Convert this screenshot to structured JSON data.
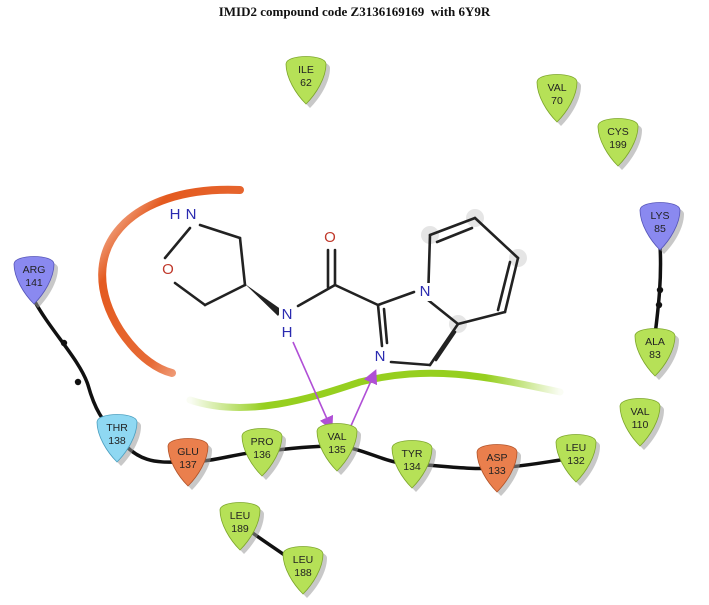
{
  "title": "IMID2 compound code Z3136169169  with 6Y9R",
  "colors": {
    "hydrophobic": "#b6e157",
    "hydrophobic_stroke": "#7da62c",
    "negative": "#ea7f4d",
    "negative_stroke": "#b2542a",
    "polar": "#8fd8f2",
    "polar_stroke": "#4b9fc0",
    "positive": "#8a89f0",
    "positive_stroke": "#5655b8",
    "hbond": "#b04fd6",
    "exposure_orange": "#e45a1f",
    "exposure_green": "#96cf1f",
    "nitrogen": "#2a2ab0",
    "oxygen": "#c0392b"
  },
  "residues": [
    {
      "id": "ile62",
      "name": "ILE",
      "num": "62",
      "type": "hydrophobic"
    },
    {
      "id": "val70",
      "name": "VAL",
      "num": "70",
      "type": "hydrophobic"
    },
    {
      "id": "cys199",
      "name": "CYS",
      "num": "199",
      "type": "hydrophobic"
    },
    {
      "id": "lys85",
      "name": "LYS",
      "num": "85",
      "type": "positive"
    },
    {
      "id": "ala83",
      "name": "ALA",
      "num": "83",
      "type": "hydrophobic"
    },
    {
      "id": "val110",
      "name": "VAL",
      "num": "110",
      "type": "hydrophobic"
    },
    {
      "id": "arg141",
      "name": "ARG",
      "num": "141",
      "type": "positive"
    },
    {
      "id": "thr138",
      "name": "THR",
      "num": "138",
      "type": "polar"
    },
    {
      "id": "glu137",
      "name": "GLU",
      "num": "137",
      "type": "negative"
    },
    {
      "id": "pro136",
      "name": "PRO",
      "num": "136",
      "type": "hydrophobic"
    },
    {
      "id": "val135",
      "name": "VAL",
      "num": "135",
      "type": "hydrophobic"
    },
    {
      "id": "tyr134",
      "name": "TYR",
      "num": "134",
      "type": "hydrophobic"
    },
    {
      "id": "asp133",
      "name": "ASP",
      "num": "133",
      "type": "negative"
    },
    {
      "id": "leu132",
      "name": "LEU",
      "num": "132",
      "type": "hydrophobic"
    },
    {
      "id": "leu189",
      "name": "LEU",
      "num": "189",
      "type": "hydrophobic"
    },
    {
      "id": "leu188",
      "name": "LEU",
      "num": "188",
      "type": "hydrophobic"
    }
  ],
  "ligand_atoms": [
    {
      "id": "ring-nh",
      "label": "N",
      "element": "N",
      "sub": "H"
    },
    {
      "id": "ring-o",
      "label": "O",
      "element": "O"
    },
    {
      "id": "amide-n",
      "label": "N",
      "element": "N",
      "sub": "H"
    },
    {
      "id": "carbonyl-o",
      "label": "O",
      "element": "O"
    },
    {
      "id": "bridge-n",
      "label": "N",
      "element": "N"
    },
    {
      "id": "imidazole-n",
      "label": "N",
      "element": "N"
    }
  ]
}
